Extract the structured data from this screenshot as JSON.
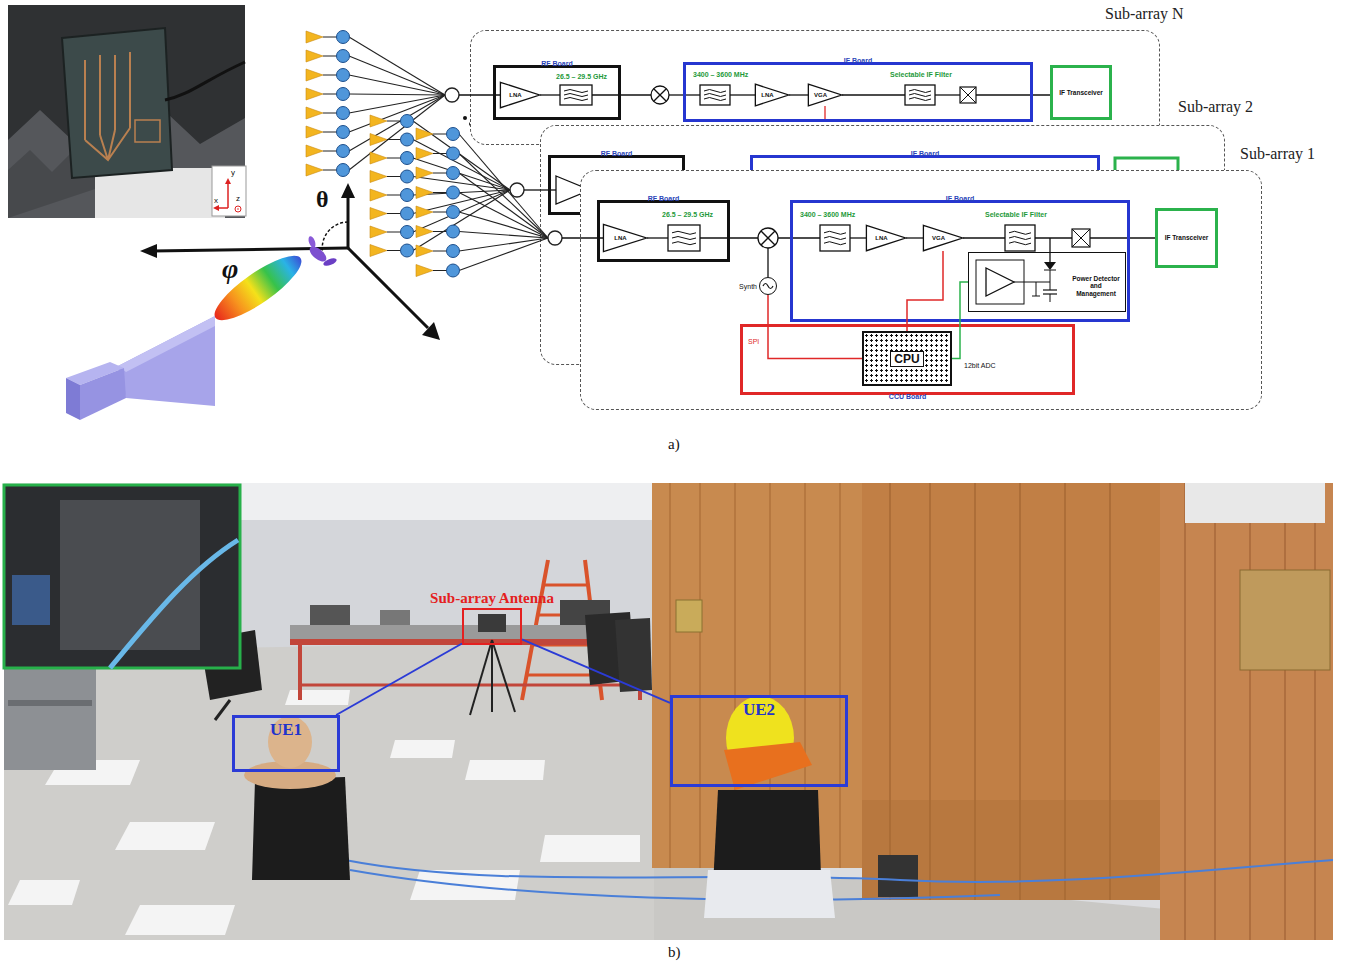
{
  "diagram": {
    "nodes": [
      {
        "text": [
          "Sub-array N"
        ]
      },
      {
        "text": [
          "RF Board"
        ],
        "in": 0
      },
      {
        "text": [
          "LNA"
        ],
        "in": 1
      },
      {
        "text": [
          "IF Board"
        ],
        "in": 0
      },
      {
        "text": [
          "LNA"
        ],
        "in": 3
      },
      {
        "text": [
          "VGA"
        ],
        "in": 3
      },
      {
        "text": [
          "IF Transceiver"
        ],
        "in": 0
      },
      {
        "text": [
          "Sub-array 2"
        ]
      },
      {
        "text": [
          "RF Board"
        ],
        "in": 7
      },
      {
        "text": [
          "IF Board"
        ],
        "in": 7
      },
      {
        "text": [
          "Sub-array 1"
        ]
      },
      {
        "text": [
          "RF Board"
        ],
        "in": 10
      },
      {
        "text": [
          "LNA"
        ],
        "in": 11
      },
      {
        "text": [
          "IF Board"
        ],
        "in": 10
      },
      {
        "text": [
          "LNA"
        ],
        "in": 13
      },
      {
        "text": [
          "VGA"
        ],
        "in": 13
      },
      {
        "text": [
          "Power Detector and Management"
        ],
        "in": 13
      },
      {
        "text": [
          "IF Transceiver"
        ],
        "in": 10
      },
      {
        "text": [
          "CCU Board"
        ],
        "in": 10
      },
      {
        "text": [
          "CPU"
        ],
        "in": 18
      },
      {
        "text": [
          "Synth"
        ],
        "in": 10
      },
      {
        "text": [
          "Sub-array Antenna"
        ]
      },
      {
        "text": [
          "UE1"
        ]
      },
      {
        "text": [
          "UE2"
        ]
      }
    ],
    "edges": [
      {
        "from": 4,
        "to": 5,
        "arrow": "none"
      },
      {
        "from": 14,
        "to": 15,
        "arrow": "none"
      },
      {
        "from": 19,
        "to": 20,
        "label": "SPI",
        "arrow": "none"
      },
      {
        "from": 19,
        "to": 15,
        "arrow": "none"
      },
      {
        "from": 16,
        "to": 19,
        "label": "12bit ADC",
        "arrow": "none"
      },
      {
        "from": 21,
        "to": 22,
        "arrow": "none"
      },
      {
        "from": 21,
        "to": 23,
        "arrow": "none"
      }
    ],
    "labels": [
      "26.5 – 29.5 GHz",
      "3400 – 3600 MHz",
      "Selectable IF Filter",
      "26.5 – 29.5 GHz",
      "3400 – 3600 MHz",
      "Selectable IF Filter",
      "θ",
      "φ",
      "y",
      "x",
      "z",
      "a)",
      "b)"
    ]
  }
}
